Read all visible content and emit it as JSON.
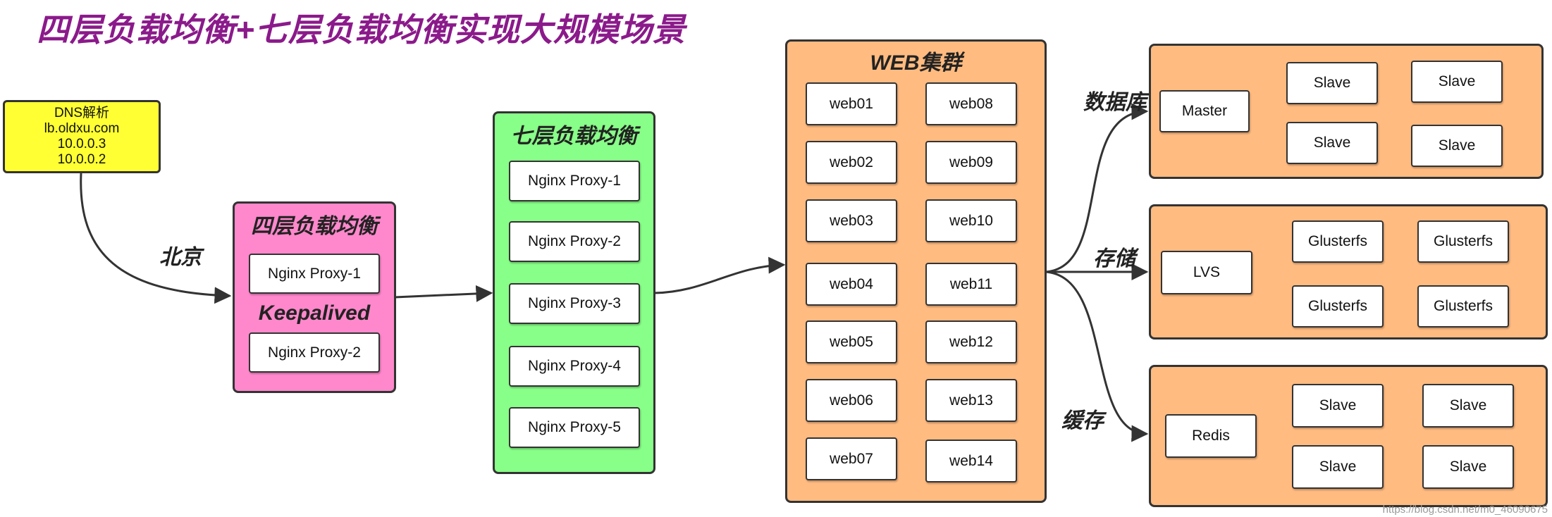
{
  "title": "四层负载均衡+七层负载均衡实现大规模场景",
  "dns": {
    "lines": [
      "DNS解析",
      "lb.oldxu.com",
      "10.0.0.3",
      "10.0.0.2"
    ],
    "color": "#ffff33"
  },
  "edge_label_beijing": "北京",
  "l4": {
    "title": "四层负载均衡",
    "color": "#ff88cc",
    "node1": "Nginx Proxy-1",
    "keepalived": "Keepalived",
    "node2": "Nginx Proxy-2"
  },
  "l7": {
    "title": "七层负载均衡",
    "color": "#88ff88",
    "nodes": [
      "Nginx Proxy-1",
      "Nginx Proxy-2",
      "Nginx Proxy-3",
      "Nginx Proxy-4",
      "Nginx Proxy-5"
    ]
  },
  "web": {
    "title": "WEB集群",
    "color": "#ffbb80",
    "left": [
      "web01",
      "web02",
      "web03",
      "web04",
      "web05",
      "web06",
      "web07"
    ],
    "right": [
      "web08",
      "web09",
      "web10",
      "web11",
      "web12",
      "web13",
      "web14"
    ]
  },
  "db": {
    "label": "数据库",
    "main": "Master",
    "slaves": [
      "Slave",
      "Slave",
      "Slave",
      "Slave"
    ]
  },
  "storage": {
    "label": "存储",
    "main": "LVS",
    "nodes": [
      "Glusterfs",
      "Glusterfs",
      "Glusterfs",
      "Glusterfs"
    ]
  },
  "cache": {
    "label": "缓存",
    "main": "Redis",
    "slaves": [
      "Slave",
      "Slave",
      "Slave",
      "Slave"
    ]
  },
  "watermark": "https://blog.csdn.net/m0_46090675",
  "colors": {
    "accent": "#8b1a8b",
    "wire": "#333333"
  }
}
